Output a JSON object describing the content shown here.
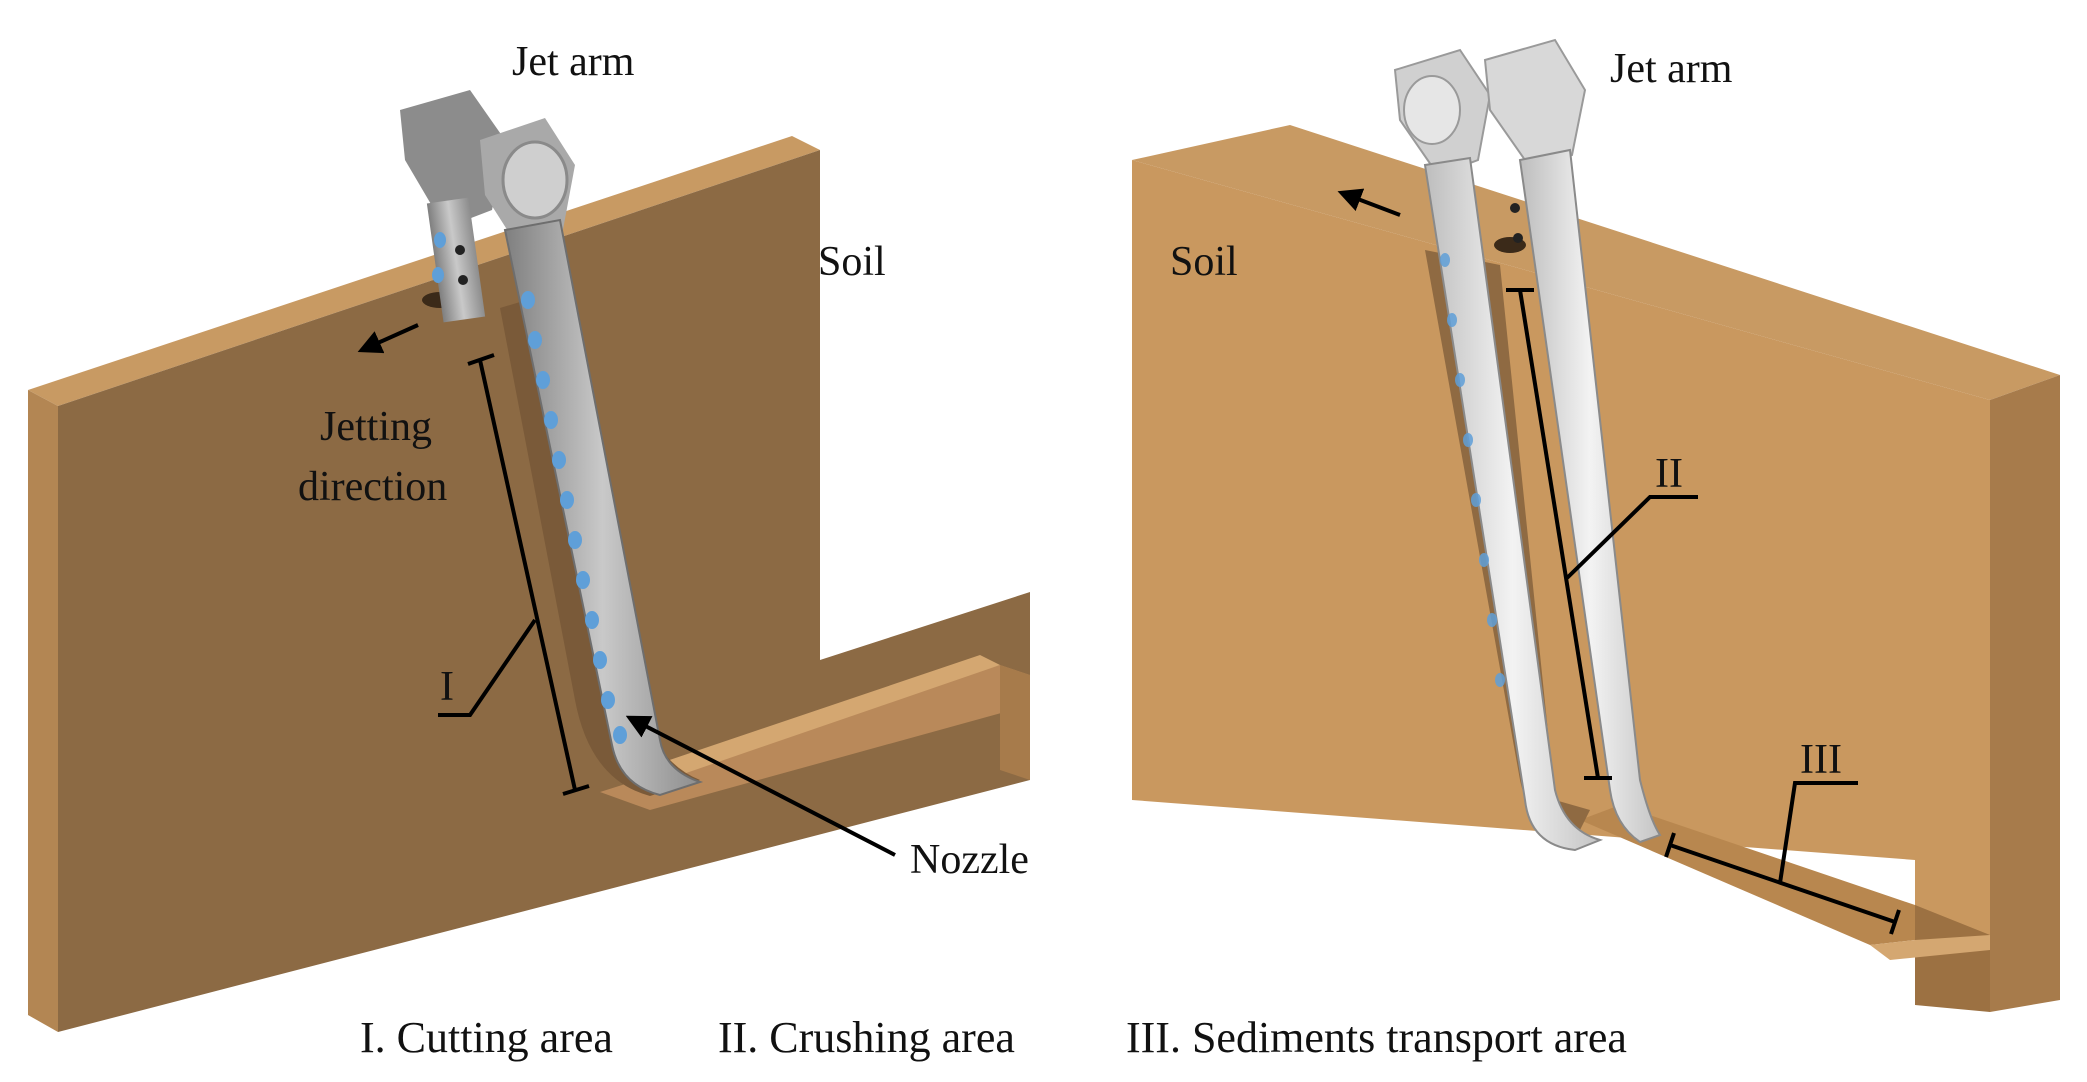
{
  "labels": {
    "left": {
      "jet_arm": "Jet arm",
      "soil": "Soil",
      "jetting_direction_line1": "Jetting",
      "jetting_direction_line2": "direction",
      "zone_cutting": "I",
      "nozzle": "Nozzle"
    },
    "right": {
      "jet_arm": "Jet arm",
      "soil": "Soil",
      "zone_crushing": "II",
      "zone_transport": "III"
    }
  },
  "caption": {
    "item1": "I. Cutting area",
    "item2": "II. Crushing area",
    "item3": "III. Sediments transport area"
  },
  "colors": {
    "soil_face": "#8c6a44",
    "soil_top": "#c89a63",
    "soil_side": "#a77b4b",
    "arm_dark": "#9e9e9e",
    "arm_light": "#d9d9d9",
    "nozzle_blue": "#5f9fd8",
    "annotation": "#000000"
  }
}
